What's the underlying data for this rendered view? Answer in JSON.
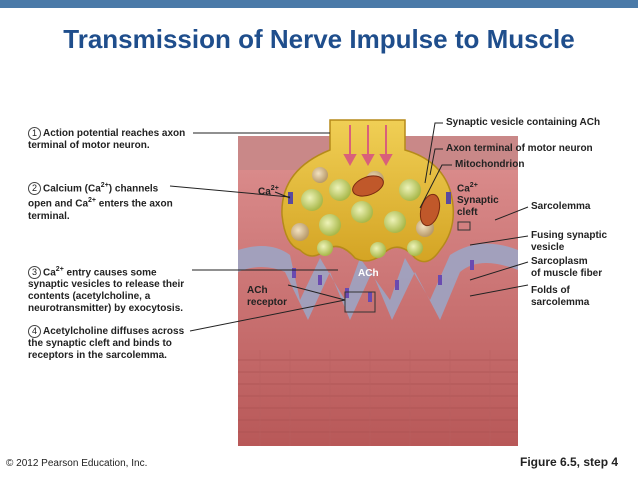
{
  "title": "Transmission of Nerve Impulse to Muscle",
  "steps": [
    {
      "num": "1",
      "line1": "Action potential reaches axon",
      "line2": "terminal of motor neuron."
    },
    {
      "num": "2",
      "line1a": "Calcium (Ca",
      "line1sup": "2+",
      "line1b": ") channels",
      "line2a": "open and Ca",
      "line2sup": "2+",
      "line2b": " enters the axon",
      "line3": "terminal."
    },
    {
      "num": "3",
      "line1a": "Ca",
      "line1sup": "2+",
      "line1b": " entry causes some",
      "line2": "synaptic vesicles to release their",
      "line3": "contents (acetylcholine, a",
      "line4": "neurotransmitter) by exocytosis."
    },
    {
      "num": "4",
      "line1": "Acetylcholine diffuses across",
      "line2": "the synaptic cleft and binds to",
      "line3": "receptors in the sarcolemma."
    }
  ],
  "labels": {
    "synaptic_vesicle": "Synaptic vesicle containing ACh",
    "axon_terminal": "Axon terminal of motor neuron",
    "mitochondrion": "Mitochondrion",
    "ca_left": "Ca",
    "ca_right": "Ca",
    "ca_sup": "2+",
    "synaptic_cleft_1": "Synaptic",
    "synaptic_cleft_2": "cleft",
    "sarcolemma": "Sarcolemma",
    "fusing_1": "Fusing synaptic",
    "fusing_2": "vesicle",
    "sarcoplasm_1": "Sarcoplasm",
    "sarcoplasm_2": "of muscle fiber",
    "folds_1": "Folds of",
    "folds_2": "sarcolemma",
    "ach_receptor_1": "ACh",
    "ach_receptor_2": "receptor",
    "ach": "ACh"
  },
  "footer": {
    "copyright": "© 2012 Pearson Education, Inc.",
    "figure": "Figure 6.5, step 4"
  },
  "colors": {
    "title": "#1f4e8c",
    "topbar": "#4a7aa8",
    "terminal": "#e2b830",
    "muscle": "#c46a6a",
    "cleft": "#9aa7c8",
    "vesicle": "#9fb33a"
  }
}
